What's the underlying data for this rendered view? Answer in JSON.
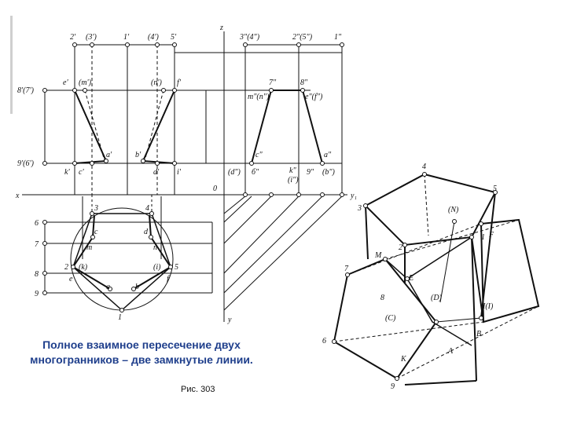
{
  "caption": "Полное взаимное пересечение двух многогранников – две замкнутые линии.",
  "figure_label": "Рис. 303",
  "axis_labels": {
    "z": "z",
    "x": "x",
    "y": "y",
    "y1": "y₁",
    "o": "0"
  },
  "front_view_labels": {
    "top_row": [
      "2'",
      "(3')",
      "1'",
      "(4')",
      "5'"
    ],
    "left_side": [
      "8'(7')",
      "9'(6')"
    ],
    "upper_points": [
      "e'",
      "(m')",
      "(n')",
      "f'"
    ],
    "lower_points": [
      "a'",
      "b'"
    ],
    "bottom_row": [
      "k'",
      "c'",
      "d'",
      "i'"
    ]
  },
  "side_view_labels": {
    "top_row": [
      "3\"(4\")",
      "2\"(5\")",
      "1\""
    ],
    "upper_points": [
      "7\"",
      "8\"",
      "m\"(n\")",
      "e\"(f\")"
    ],
    "lower_points": [
      "c\"",
      "a\""
    ],
    "bottom_row": [
      "(d\")",
      "б\"",
      "k\"",
      "(i\")",
      "9\"",
      "(b\")"
    ]
  },
  "plan_view_labels": {
    "left_numbers": [
      "6",
      "7",
      "8",
      "9"
    ],
    "pentagon": [
      "1",
      "2",
      "3",
      "4",
      "5"
    ],
    "points": [
      "c",
      "d",
      "m",
      "n",
      "(k)",
      "(i)",
      "e",
      "f",
      "a",
      "b"
    ]
  },
  "axonometric_labels": [
    "1",
    "2",
    "3",
    "4",
    "5",
    "6",
    "7",
    "8",
    "9",
    "(N)",
    "M",
    "E",
    "F",
    "(D)",
    "(C)",
    "K",
    "A",
    "B",
    "I(I)"
  ],
  "colors": {
    "caption": "#1f3f8c",
    "lines": "#111111"
  }
}
